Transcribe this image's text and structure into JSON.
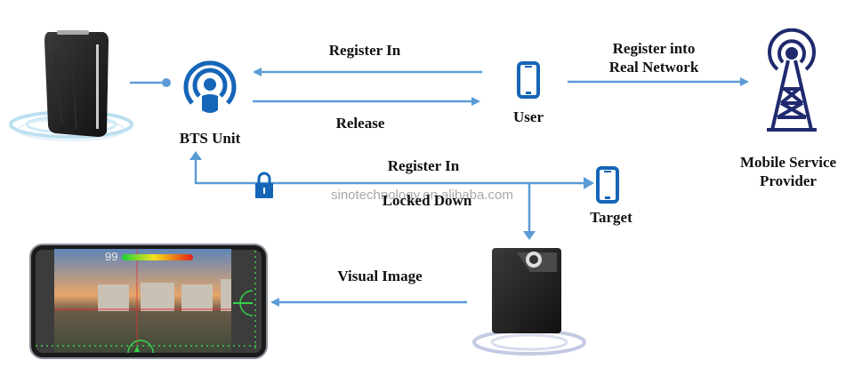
{
  "diagram": {
    "nodes": {
      "bts_unit": {
        "label": "BTS Unit",
        "icon": "podcast-broadcast-person-icon"
      },
      "user": {
        "label": "User",
        "icon": "smartphone-icon"
      },
      "provider": {
        "label_line1": "Mobile Service",
        "label_line2": "Provider",
        "icon": "cell-tower-icon"
      },
      "target": {
        "label": "Target",
        "icon": "smartphone-icon"
      },
      "bts_device": {
        "icon": "bts-device-image"
      },
      "camera_device": {
        "icon": "camera-device-image"
      },
      "phone_display": {
        "icon": "phone-display-image",
        "hud_value": "99"
      }
    },
    "edges": {
      "register_in_top": "Register In",
      "release": "Release",
      "register_real_line1": "Register into",
      "register_real_line2": "Real Network",
      "register_in_target": "Register In",
      "locked_down": "Locked Down",
      "visual_image": "Visual Image"
    },
    "watermark": "sinotechnology.en.alibaba.com"
  },
  "colors": {
    "arrow": "#5b9bd5",
    "icon_blue": "#1565b8",
    "tower": "#1f2a6e",
    "text": "#111111"
  }
}
